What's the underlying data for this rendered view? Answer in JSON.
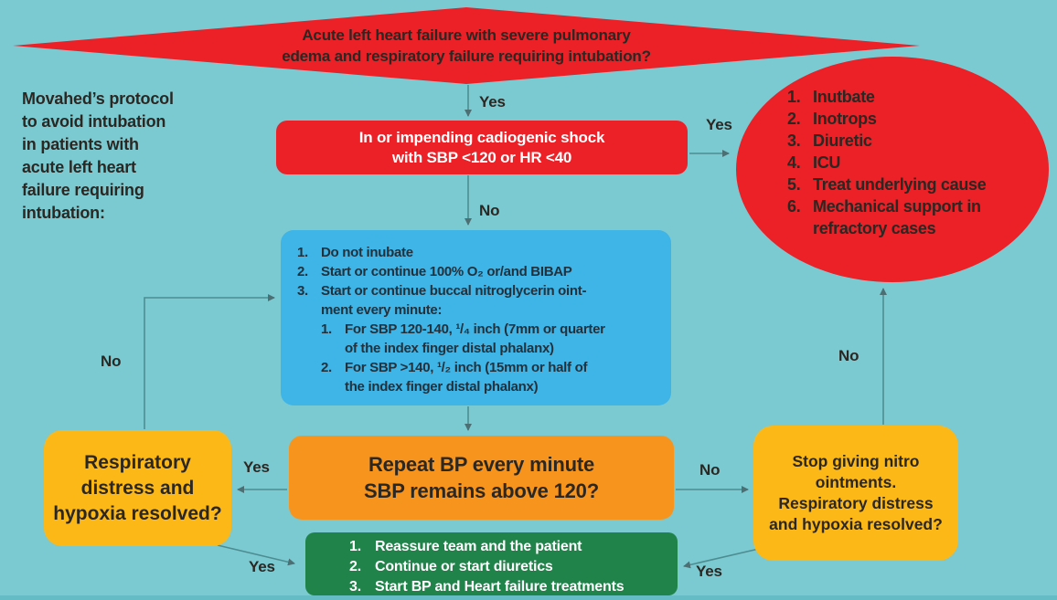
{
  "colors": {
    "background": "#7CCAD1",
    "red": "#EC2027",
    "blue": "#3FB4E6",
    "orange": "#F7941E",
    "yellow": "#FCB817",
    "green": "#20834A",
    "text_dark": "#2B2723",
    "text_light": "#FFFFFF",
    "connector": "#4D8D92"
  },
  "note": {
    "text": "Movahed’s protocol\nto avoid intubation\nin patients with\nacute left heart\nfailure requiring\nintubation:"
  },
  "diamond": {
    "text": "Acute left heart failure with severe pulmonary\nedema and respiratory failure requiring intubation?"
  },
  "shock_box": {
    "text": "In or impending cadiogenic shock\nwith SBP <120 or HR <40"
  },
  "ellipse": {
    "items": [
      {
        "num": "1.",
        "text": "Inutbate"
      },
      {
        "num": "2.",
        "text": "Inotrops"
      },
      {
        "num": "3.",
        "text": "Diuretic"
      },
      {
        "num": "4.",
        "text": "ICU"
      },
      {
        "num": "5.",
        "text": "Treat underlying cause"
      },
      {
        "num": "6.",
        "text": "Mechanical support in\nrefractory cases"
      }
    ]
  },
  "blue_box": {
    "items": [
      {
        "num": "1.",
        "text": "Do not inubate"
      },
      {
        "num": "2.",
        "text": "Start or continue 100% O₂ or/and BIBAP"
      },
      {
        "num": "3.",
        "text": "Start or continue buccal nitroglycerin oint-\nment every minute:"
      }
    ],
    "sub_items": [
      {
        "num": "1.",
        "text": "For SBP 120-140, ¹/₄ inch (7mm or quarter\nof the index finger distal phalanx)"
      },
      {
        "num": "2.",
        "text": "For SBP >140, ¹/₂ inch (15mm or half of\nthe index finger distal phalanx)"
      }
    ]
  },
  "orange_box": {
    "text": "Repeat BP every minute\nSBP remains above 120?"
  },
  "left_yellow_box": {
    "text": "Respiratory\ndistress and\nhypoxia resolved?"
  },
  "right_yellow_box": {
    "text": "Stop giving nitro\nointments.\nRespiratory distress\nand hypoxia resolved?"
  },
  "green_box": {
    "items": [
      {
        "num": "1.",
        "text": "Reassure team and the patient"
      },
      {
        "num": "2.",
        "text": "Continue or start diuretics"
      },
      {
        "num": "3.",
        "text": "Start BP and Heart failure treatments"
      }
    ]
  },
  "labels": {
    "diamond_yes": "Yes",
    "shock_no": "No",
    "shock_yes": "Yes",
    "left_return_no": "No",
    "orange_yes": "Yes",
    "orange_no": "No",
    "right_up_no": "No",
    "left_down_yes": "Yes",
    "right_down_yes": "Yes"
  }
}
